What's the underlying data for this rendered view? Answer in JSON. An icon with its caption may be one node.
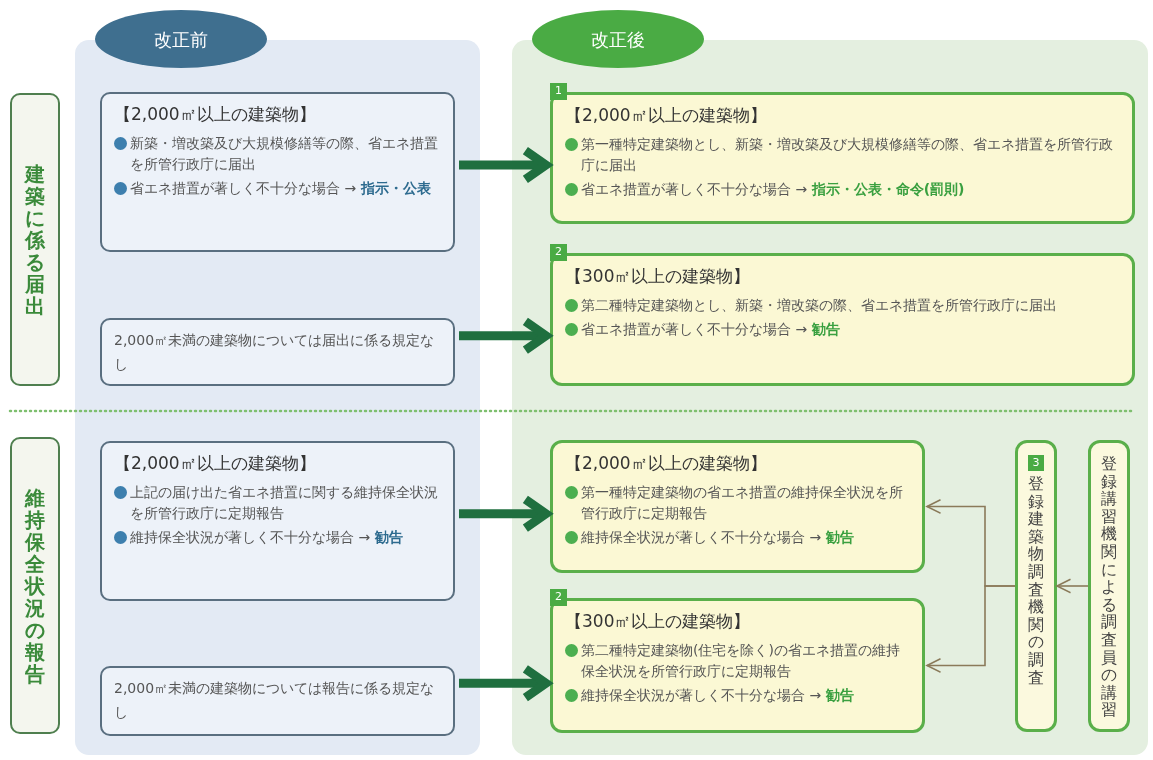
{
  "diagram": {
    "nodes": [
      {
        "text": [
          "改正前"
        ]
      },
      {
        "text": [
          "改正後"
        ]
      },
      {
        "text": [
          "建築に係る届出"
        ]
      },
      {
        "text": [
          "維持保全状況の報告"
        ]
      },
      {
        "text": [
          "【2,000㎡以上の建築物】",
          "新築・増改築及び大規模修繕等の際、省エネ措置を所管行政庁に届出",
          "省エネ措置が著しく不十分な場合 → **指示・公表**"
        ],
        "in": 0
      },
      {
        "text": [
          "2,000㎡未満の建築物については届出に係る規定なし"
        ],
        "in": 0
      },
      {
        "text": [
          "【2,000㎡以上の建築物】",
          "上記の届け出た省エネ措置に関する維持保全状況を所管行政庁に定期報告",
          "維持保全状況が著しく不十分な場合 → **勧告**"
        ],
        "in": 0
      },
      {
        "text": [
          "2,000㎡未満の建築物については報告に係る規定なし"
        ],
        "in": 0
      },
      {
        "text": [
          "1",
          "【2,000㎡以上の建築物】",
          "第一種特定建築物とし、新築・増改築及び大規模修繕等の際、省エネ措置を所管行政庁に届出",
          "省エネ措置が著しく不十分な場合 → **指示・公表・命令(罰則)**"
        ],
        "in": 1
      },
      {
        "text": [
          "2",
          "【300㎡以上の建築物】",
          "第二種特定建築物とし、新築・増改築の際、省エネ措置を所管行政庁に届出",
          "省エネ措置が著しく不十分な場合 → **勧告**"
        ],
        "in": 1
      },
      {
        "text": [
          "【2,000㎡以上の建築物】",
          "第一種特定建築物の省エネ措置の維持保全状況を所管行政庁に定期報告",
          "維持保全状況が著しく不十分な場合 → **勧告**"
        ],
        "in": 1
      },
      {
        "text": [
          "2",
          "【300㎡以上の建築物】",
          "第二種特定建築物(住宅を除く)の省エネ措置の維持保全状況を所管行政庁に定期報告",
          "維持保全状況が著しく不十分な場合 → **勧告**"
        ],
        "in": 1
      },
      {
        "text": [
          "3",
          "登録建築物調査機関の調査"
        ],
        "in": 1
      },
      {
        "text": [
          "登録講習機関による調査員の講習"
        ],
        "in": 1
      }
    ],
    "edges": [
      {
        "from": 4,
        "to": 8,
        "arrow": "to"
      },
      {
        "from": 5,
        "to": 9,
        "arrow": "to"
      },
      {
        "from": 6,
        "to": 10,
        "arrow": "to"
      },
      {
        "from": 7,
        "to": 11,
        "arrow": "to"
      },
      {
        "from": 12,
        "to": 10,
        "arrow": "to",
        "color": "#8a7a5a"
      },
      {
        "from": 12,
        "to": 11,
        "arrow": "to",
        "color": "#8a7a5a"
      },
      {
        "from": 13,
        "to": 12,
        "arrow": "to",
        "color": "#8a7a5a"
      }
    ]
  }
}
